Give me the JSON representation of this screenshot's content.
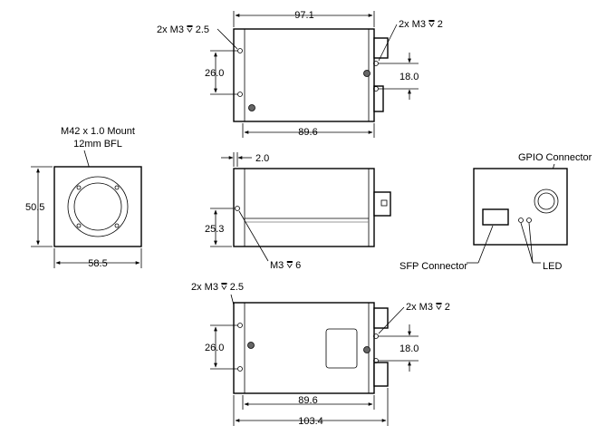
{
  "top_view": {
    "width_total": "97.1",
    "left_holes": "2x M3 ⩢ 2.5",
    "right_holes": "2x M3 ⩢ 2",
    "left_spacing": "26.0",
    "right_spacing": "18.0",
    "body_width": "89.6"
  },
  "front_view": {
    "mount_line1": "M42 x 1.0 Mount",
    "mount_line2": "12mm BFL",
    "height": "50.5",
    "width": "58.5"
  },
  "side_view": {
    "offset": "2.0",
    "hole_height": "25.3",
    "hole_label": "M3 ⩢ 6"
  },
  "rear_view": {
    "gpio_label": "GPIO Connector",
    "sfp_label": "SFP Connector",
    "led_label": "LED"
  },
  "bottom_view": {
    "left_holes": "2x M3 ⩢ 2.5",
    "right_holes": "2x M3 ⩢ 2",
    "left_spacing": "26.0",
    "right_spacing": "18.0",
    "body_width": "89.6",
    "width_total": "103.4"
  }
}
